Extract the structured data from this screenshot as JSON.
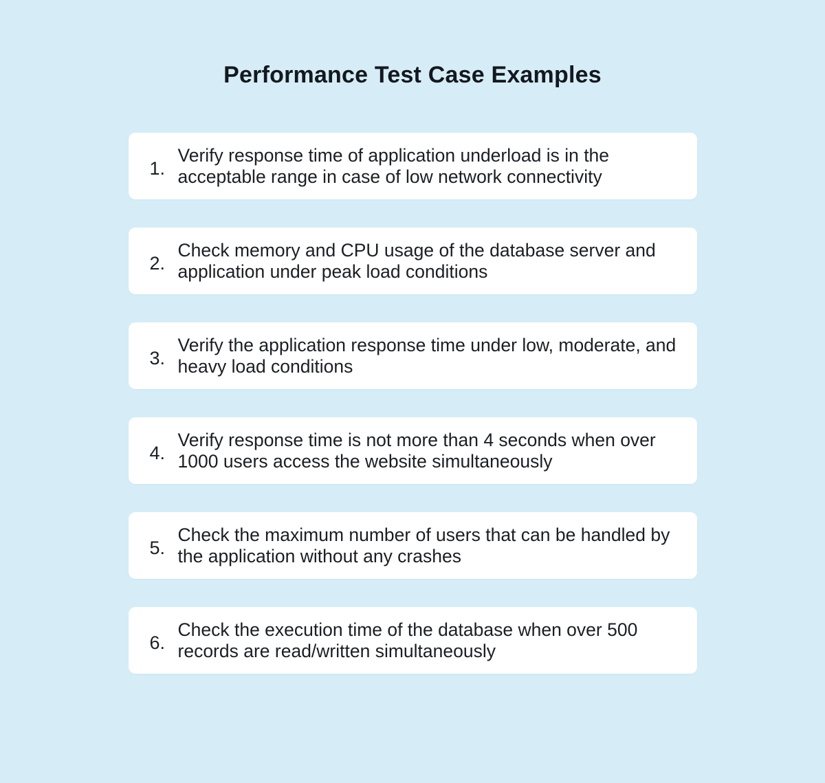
{
  "title": "Performance Test Case Examples",
  "colors": {
    "background": "#d6edf7",
    "card": "#ffffff",
    "title_text": "#14181f",
    "body_text": "#1b1e23"
  },
  "items": [
    {
      "number": "1.",
      "text": "Verify response time of application underload is in the acceptable range in case of low network connectivity"
    },
    {
      "number": "2.",
      "text": "Check memory and CPU usage of the database server and application under peak load conditions"
    },
    {
      "number": "3.",
      "text": "Verify the application response time under low, moderate, and heavy load conditions"
    },
    {
      "number": "4.",
      "text": "Verify response time is not more than 4 seconds when over 1000 users access the website simultaneously"
    },
    {
      "number": "5.",
      "text": "Check the maximum number of users that can be handled by the application without any crashes"
    },
    {
      "number": "6.",
      "text": "Check the execution time of the database when over 500 records are read/written simultaneously"
    }
  ]
}
